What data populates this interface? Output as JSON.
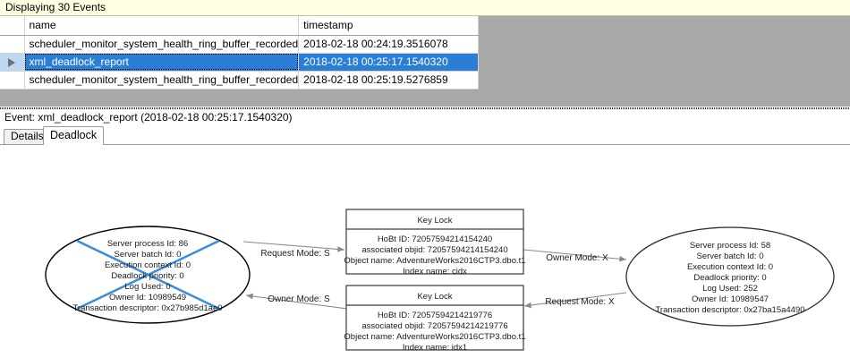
{
  "banner": {
    "text": "Displaying 30 Events"
  },
  "grid": {
    "columns": [
      "",
      "name",
      "timestamp"
    ],
    "rows": [
      {
        "selector": "",
        "name": "scheduler_monitor_system_health_ring_buffer_recorded",
        "timestamp": "2018-02-18 00:24:19.3516078",
        "selected": false
      },
      {
        "selector": "row-pointer",
        "name": "xml_deadlock_report",
        "timestamp": "2018-02-18 00:25:17.1540320",
        "selected": true
      },
      {
        "selector": "",
        "name": "scheduler_monitor_system_health_ring_buffer_recorded",
        "timestamp": "2018-02-18 00:25:19.5276859",
        "selected": false
      }
    ]
  },
  "event_header": {
    "text": "Event: xml_deadlock_report (2018-02-18 00:25:17.1540320)"
  },
  "tabs": [
    {
      "label": "Details",
      "active": false
    },
    {
      "label": "Deadlock",
      "active": true
    }
  ],
  "deadlock": {
    "colors": {
      "victim_cross": "#3c8ddc",
      "node_stroke": "#2b2b2b",
      "edge": "#8a8a8a",
      "selection_blue": "#2a7fd4",
      "banner_yellow": "#ffffe1",
      "grid_filler": "#a8a8a8"
    },
    "processes": [
      {
        "id": "left-process",
        "victim": true,
        "lines": [
          "Server process Id: 86",
          "Server batch Id: 0",
          "Execution context Id: 0",
          "Deadlock priority: 0",
          "Log Used: 0",
          "Owner Id: 10989549",
          "Transaction descriptor: 0x27b985d1ae0"
        ]
      },
      {
        "id": "right-process",
        "victim": false,
        "lines": [
          "Server process Id: 58",
          "Server batch Id: 0",
          "Execution context Id: 0",
          "Deadlock priority: 0",
          "Log Used: 252",
          "Owner Id: 10989547",
          "Transaction descriptor: 0x27ba15a4490"
        ]
      }
    ],
    "resources": [
      {
        "id": "top-key-lock",
        "title": "Key Lock",
        "lines": [
          "HoBt ID: 72057594214154240",
          "associated objid: 72057594214154240",
          "Object name: AdventureWorks2016CTP3.dbo.t1",
          "Index name: cidx"
        ]
      },
      {
        "id": "bottom-key-lock",
        "title": "Key Lock",
        "lines": [
          "HoBt ID: 72057594214219776",
          "associated objid: 72057594214219776",
          "Object name: AdventureWorks2016CTP3.dbo.t1",
          "Index name: idx1"
        ]
      }
    ],
    "edges": [
      {
        "id": "edge-left-request-s",
        "label": "Request Mode: S"
      },
      {
        "id": "edge-right-owner-x",
        "label": "Owner Mode: X"
      },
      {
        "id": "edge-left-owner-s",
        "label": "Owner Mode: S"
      },
      {
        "id": "edge-right-request-x",
        "label": "Request Mode: X"
      }
    ]
  }
}
